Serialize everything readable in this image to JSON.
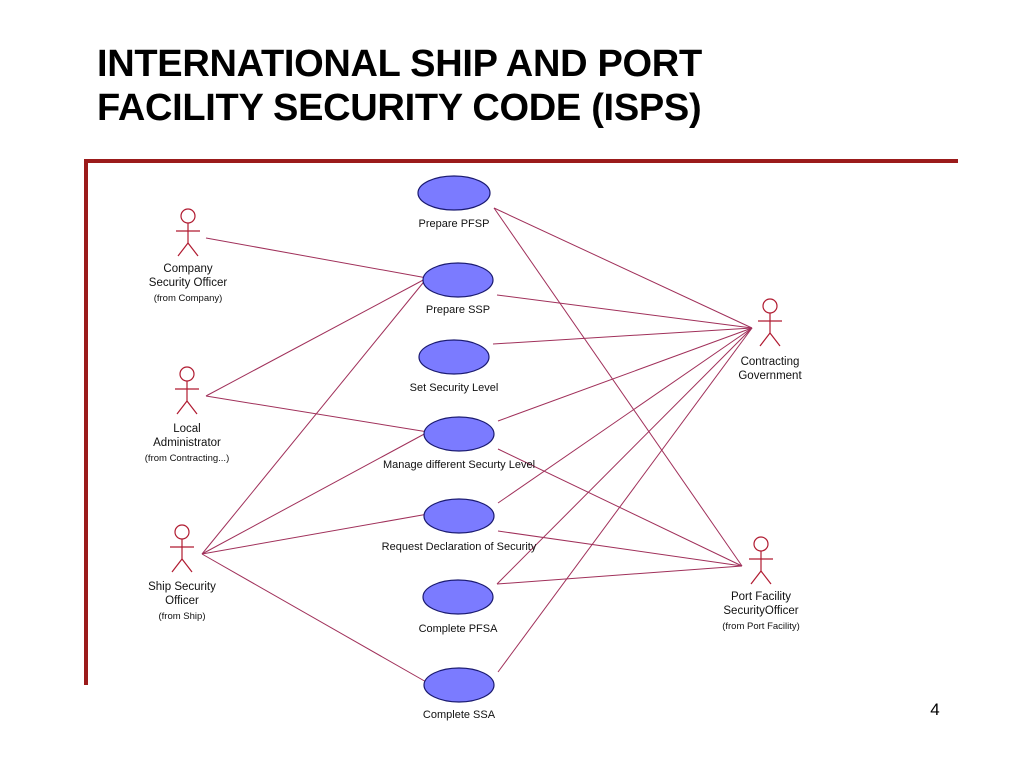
{
  "slide": {
    "title_line1": "INTERNATIONAL SHIP AND PORT",
    "title_line2": "FACILITY SECURITY CODE (ISPS)",
    "page_number": "4"
  },
  "colors": {
    "frame": "#9b1b1b",
    "line": "#a0305a",
    "actor": "#b01a30",
    "usecase_fill": "#7b7bff",
    "usecase_stroke": "#1a1a70",
    "text": "#111111"
  },
  "actors": [
    {
      "id": "cso",
      "lines": [
        "Company",
        "Security Officer"
      ],
      "from": "(from Company)"
    },
    {
      "id": "la",
      "lines": [
        "Local",
        "Administrator"
      ],
      "from": "(from Contracting...)"
    },
    {
      "id": "sso",
      "lines": [
        "Ship Security",
        "Officer"
      ],
      "from": "(from Ship)"
    },
    {
      "id": "cg",
      "lines": [
        "Contracting",
        "Government"
      ],
      "from": ""
    },
    {
      "id": "pfso",
      "lines": [
        "Port Facility",
        "SecurityOfficer"
      ],
      "from": "(from Port Facility)"
    }
  ],
  "use_cases": [
    {
      "id": "pfsp",
      "label": "Prepare PFSP"
    },
    {
      "id": "ssp",
      "label": "Prepare SSP"
    },
    {
      "id": "ssl",
      "label": "Set Security Level"
    },
    {
      "id": "mdsl",
      "label": "Manage different Securty Level"
    },
    {
      "id": "rdos",
      "label": "Request Declaration of Security"
    },
    {
      "id": "cpfsa",
      "label": "Complete PFSA"
    },
    {
      "id": "cssa",
      "label": "Complete SSA"
    }
  ],
  "associations": [
    [
      "cso",
      "ssp"
    ],
    [
      "la",
      "ssp"
    ],
    [
      "la",
      "mdsl"
    ],
    [
      "sso",
      "ssp"
    ],
    [
      "sso",
      "mdsl"
    ],
    [
      "sso",
      "rdos"
    ],
    [
      "sso",
      "cssa"
    ],
    [
      "cg",
      "pfsp"
    ],
    [
      "cg",
      "ssp"
    ],
    [
      "cg",
      "ssl"
    ],
    [
      "cg",
      "mdsl"
    ],
    [
      "cg",
      "rdos"
    ],
    [
      "cg",
      "cpfsa"
    ],
    [
      "cg",
      "cssa"
    ],
    [
      "pfso",
      "pfsp"
    ],
    [
      "pfso",
      "mdsl"
    ],
    [
      "pfso",
      "rdos"
    ],
    [
      "pfso",
      "cpfsa"
    ]
  ]
}
